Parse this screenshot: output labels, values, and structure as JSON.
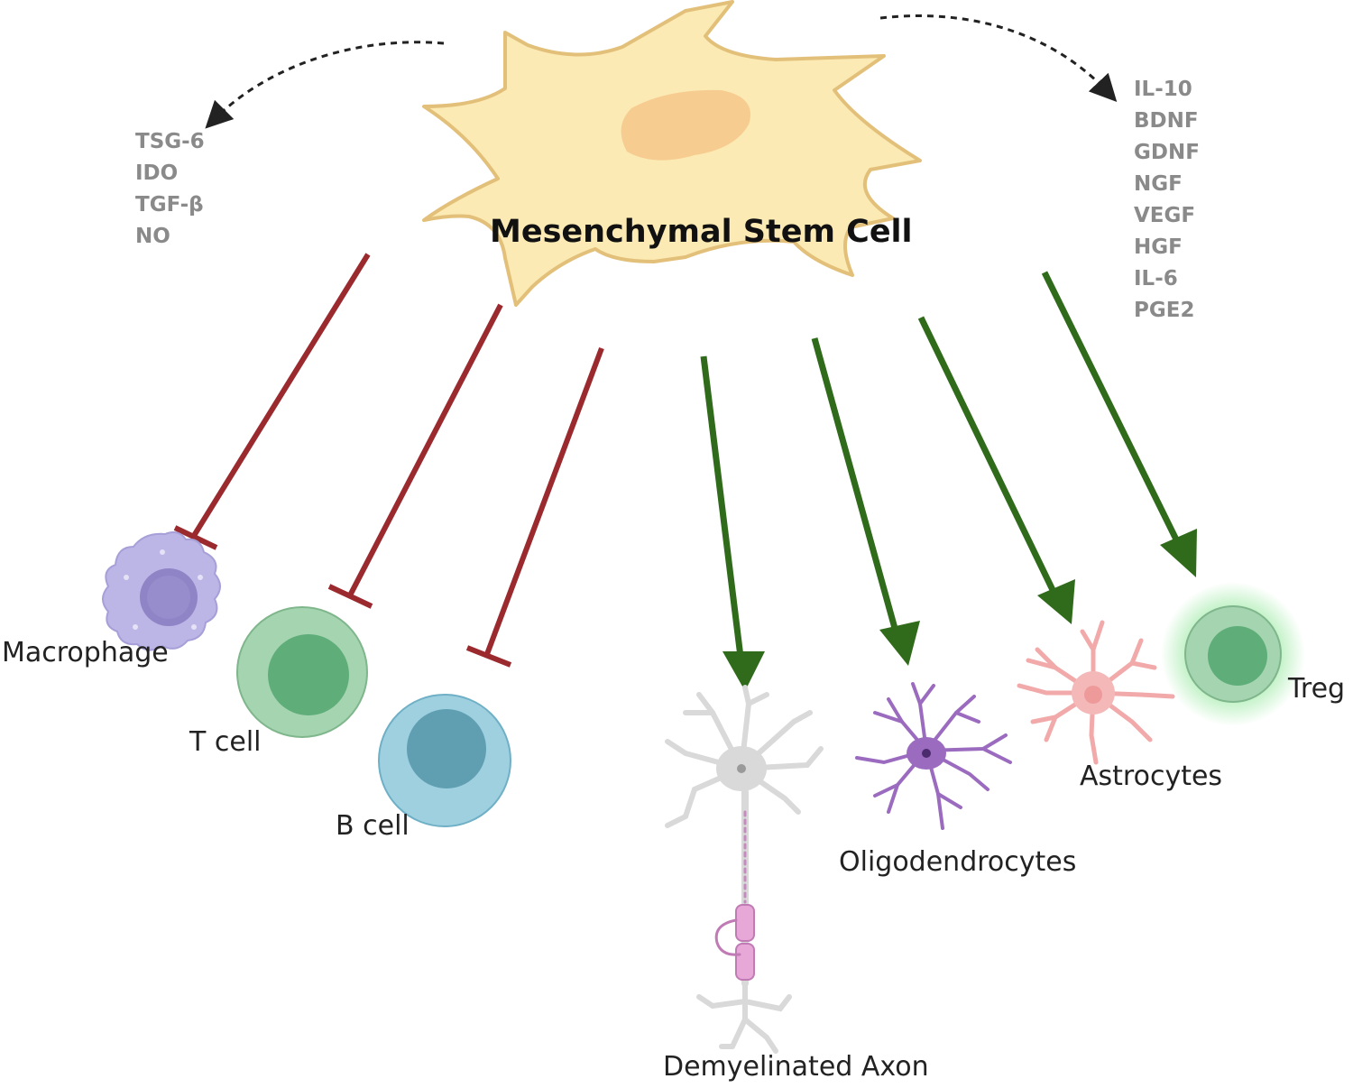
{
  "title": "Mesenchymal Stem Cell",
  "left_factors": [
    "TSG-6",
    "IDO",
    "TGF-β",
    "NO"
  ],
  "right_factors": [
    "IL-10",
    "BDNF",
    "GDNF",
    "NGF",
    "VEGF",
    "HGF",
    "IL-6",
    "PGE2"
  ],
  "targets": {
    "inhibited": [
      "Macrophage",
      "T cell",
      "B cell"
    ],
    "promoted": [
      "Demyelinated Axon",
      "Oligodendrocytes",
      "Astrocytes",
      "Treg"
    ]
  },
  "colors": {
    "inhibition": "#9b2a2f",
    "promotion": "#2f6b1a",
    "msc_fill": "#fbeab3",
    "msc_stroke": "#e3c07a",
    "nucleus": "#f6c98d",
    "macrophage": "#bcb6e6",
    "t_cell": "#a5d4b0",
    "b_cell": "#9fd0e0",
    "neuron": "#d9d9d9",
    "oligodendrocyte": "#9b6bbf",
    "astrocyte": "#f2a9a9",
    "treg": "#a5d4b0",
    "factor_text": "#8a8a8a"
  }
}
